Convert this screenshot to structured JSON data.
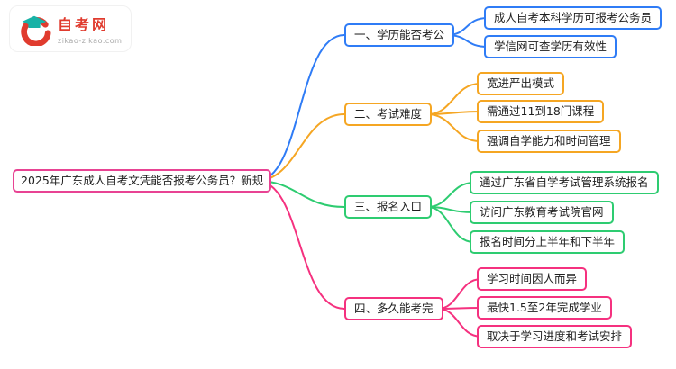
{
  "logo": {
    "name": "自考网",
    "domain": "zikao-zikao.com"
  },
  "root": {
    "label": "2025年广东成人自考文凭能否报考公务员？新规",
    "color": "#e84393"
  },
  "branches": [
    {
      "label": "一、学历能否考公",
      "color": "#2f7cf6",
      "children": [
        {
          "label": "成人自考本科学历可报考公务员"
        },
        {
          "label": "学信网可查学历有效性"
        }
      ]
    },
    {
      "label": "二、考试难度",
      "color": "#f5a623",
      "children": [
        {
          "label": "宽进严出模式"
        },
        {
          "label": "需通过11到18门课程"
        },
        {
          "label": "强调自学能力和时间管理"
        }
      ]
    },
    {
      "label": "三、报名入口",
      "color": "#2ecc71",
      "children": [
        {
          "label": "通过广东省自学考试管理系统报名"
        },
        {
          "label": "访问广东教育考试院官网"
        },
        {
          "label": "报名时间分上半年和下半年"
        }
      ]
    },
    {
      "label": "四、多久能考完",
      "color": "#f5317f",
      "children": [
        {
          "label": "学习时间因人而异"
        },
        {
          "label": "最快1.5至2年完成学业"
        },
        {
          "label": "取决于学习进度和考试安排"
        }
      ]
    }
  ],
  "colors": {
    "logo_red": "#e03b2e",
    "logo_teal": "#18b2a6"
  }
}
